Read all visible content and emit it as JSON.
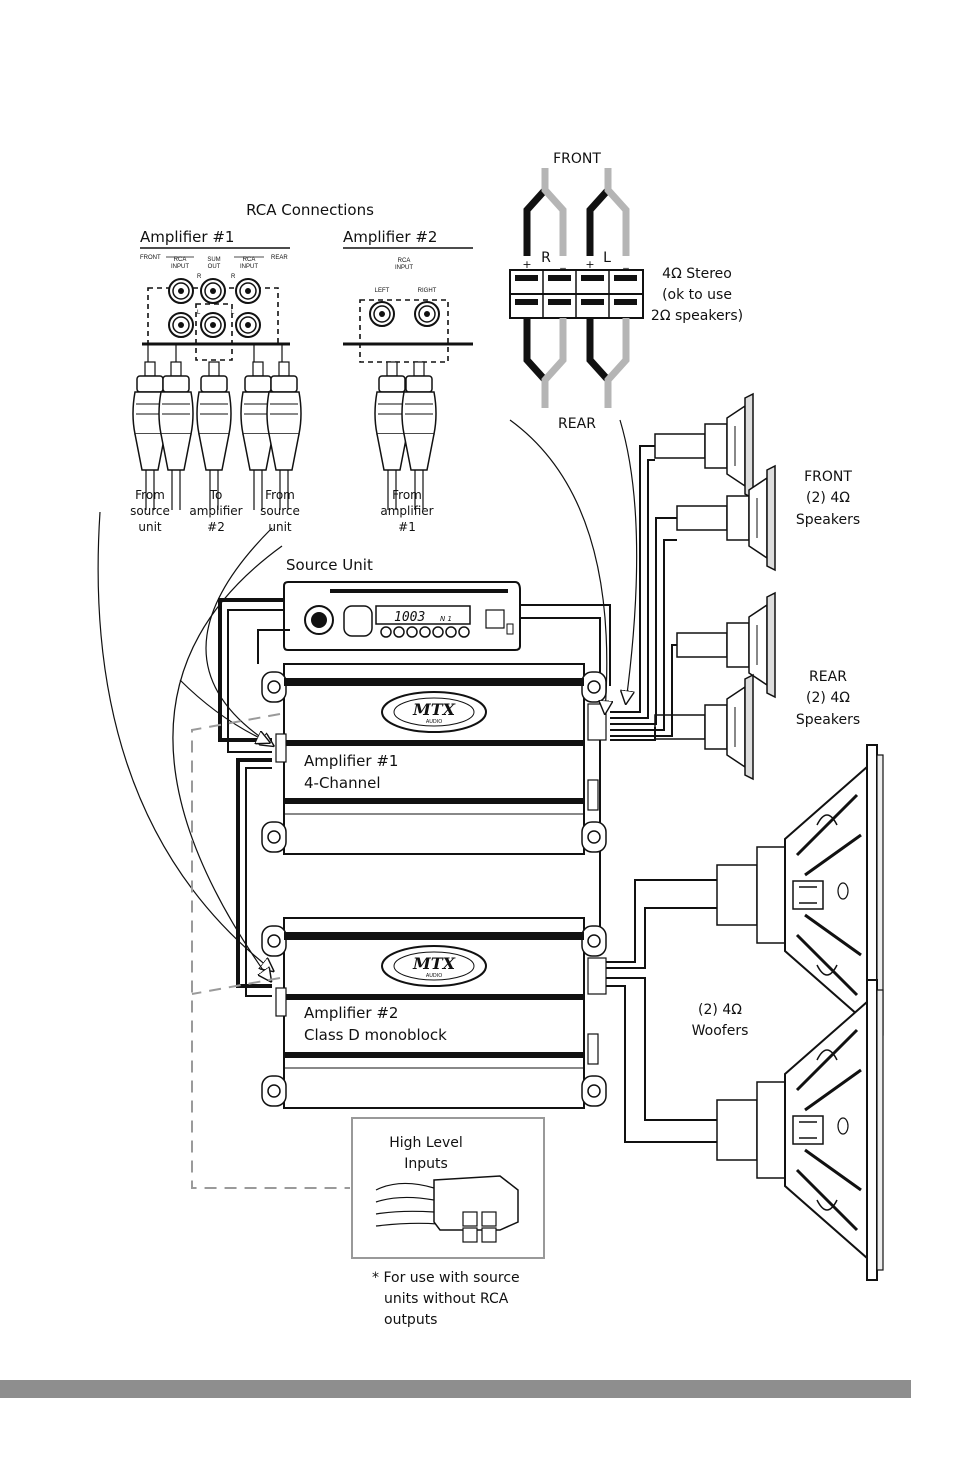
{
  "rca": {
    "title": "RCA Connections",
    "amp1": {
      "title": "Amplifier #1",
      "front": "FRONT",
      "rear": "REAR",
      "rca_input_1": [
        "RCA",
        "INPUT"
      ],
      "sum_out": [
        "SUM",
        "OUT"
      ],
      "rca_input_2": [
        "RCA",
        "INPUT"
      ],
      "r1": "R",
      "l1": "L",
      "r2": "R",
      "l2": "L",
      "cap_left": [
        "From",
        "source",
        "unit"
      ],
      "cap_mid": [
        "To",
        "amplifier",
        "#2"
      ],
      "cap_right": [
        "From",
        "source",
        "unit"
      ]
    },
    "amp2": {
      "title": "Amplifier #2",
      "rca_input": [
        "RCA",
        "INPUT"
      ],
      "left": "LEFT",
      "right": "RIGHT",
      "cap": [
        "From",
        "amplifier",
        "#1"
      ]
    }
  },
  "terminal": {
    "front": "FRONT",
    "rear": "REAR",
    "r": "R",
    "l": "L",
    "plus": "+",
    "minus": "_",
    "note": [
      "4Ω Stereo",
      "(ok to use",
      "2Ω speakers)"
    ]
  },
  "speakers": {
    "front": [
      "FRONT",
      "(2) 4Ω",
      "Speakers"
    ],
    "rear": [
      "REAR",
      "(2) 4Ω",
      "Speakers"
    ],
    "woofers": [
      "(2) 4Ω",
      "Woofers"
    ]
  },
  "source_unit": {
    "title": "Source Unit",
    "display": "1003",
    "display_sub": "N 1"
  },
  "amp1": {
    "line1": "Amplifier #1",
    "line2": "4-Channel",
    "logo": "MTX",
    "logo_sub": "AUDIO"
  },
  "amp2": {
    "line1": "Amplifier #2",
    "line2": "Class D monoblock",
    "logo": "MTX",
    "logo_sub": "AUDIO"
  },
  "high_level": {
    "title": [
      "High Level",
      "Inputs"
    ],
    "note": [
      "* For use with source",
      "units without RCA",
      "outputs"
    ]
  }
}
